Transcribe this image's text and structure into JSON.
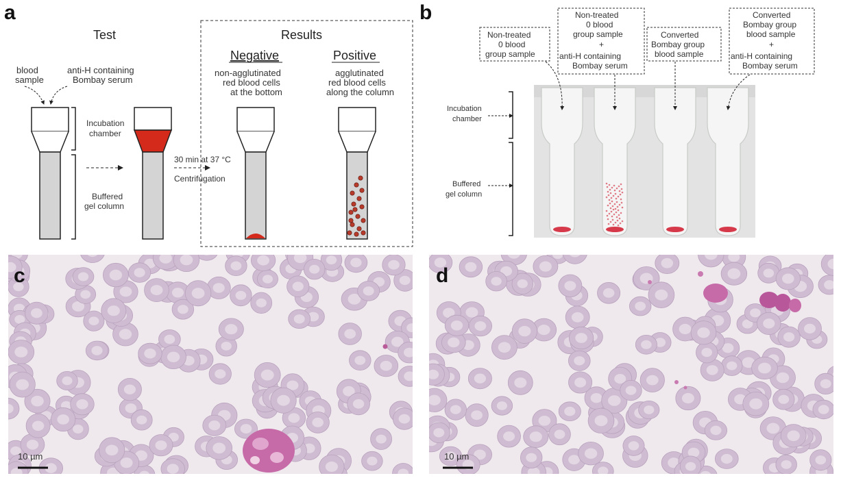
{
  "panels": {
    "a": {
      "label": "a",
      "test_title": "Test",
      "results_title": "Results",
      "blood_sample": [
        "blood",
        "sample"
      ],
      "anti_h": [
        "anti-H containing",
        "Bombay serum"
      ],
      "incubation_chamber": [
        "Incubation",
        "chamber"
      ],
      "buffered_gel": [
        "Buffered",
        "gel column"
      ],
      "step": [
        "30 min at 37 °C",
        "Centrifugation"
      ],
      "negative": {
        "title": "Negative",
        "desc": [
          "non-agglutinated",
          "red blood cells",
          "at the bottom"
        ]
      },
      "positive": {
        "title": "Positive",
        "desc": [
          "agglutinated",
          "red blood cells",
          "along the column"
        ]
      }
    },
    "b": {
      "label": "b",
      "side_labels": {
        "incubation_chamber": [
          "Incubation",
          "chamber"
        ],
        "buffered_gel": [
          "Buffered",
          "gel column"
        ]
      },
      "callouts": [
        [
          "Non-treated",
          "0 blood",
          "group sample"
        ],
        [
          "Non-treated",
          "0 blood",
          "group sample",
          "+",
          "anti-H containing",
          "Bombay serum"
        ],
        [
          "Converted",
          "Bombay group",
          "blood sample"
        ],
        [
          "Converted",
          "Bombay group",
          "blood sample",
          "+",
          "anti-H containing",
          "Bombay serum"
        ]
      ]
    },
    "c": {
      "label": "c",
      "scale_bar": "10 µm"
    },
    "d": {
      "label": "d",
      "scale_bar": "10 µm"
    }
  },
  "colors": {
    "rbc_red": "#d42a1c",
    "rbc_dot": "#b83a2a",
    "gel_gray": "#d4d4d4",
    "smear_bg": "#efe9ee",
    "cell_fill": "#cfbcd2",
    "cell_center": "#e6dde6",
    "leukocyte": "#c66aa8"
  }
}
